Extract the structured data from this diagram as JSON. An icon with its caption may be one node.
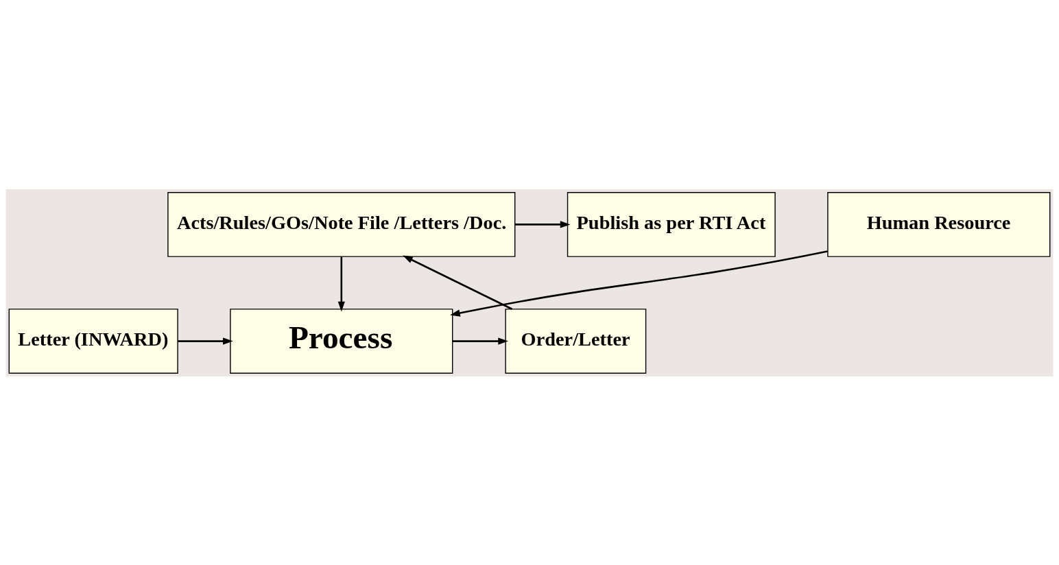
{
  "diagram": {
    "nodes": [
      {
        "text": [
          "Publish as per RTI Act"
        ]
      },
      {
        "text": [
          "Acts/Rules/GOs/Note File /Letters /Doc."
        ]
      },
      {
        "text": [
          "Letter (INWARD)"
        ]
      },
      {
        "text": [
          "Process"
        ]
      },
      {
        "text": [
          "Order/Letter"
        ]
      },
      {
        "text": [
          "Human Resource"
        ]
      }
    ],
    "edges": [
      {
        "from": 1,
        "to": 0,
        "arrow": "to"
      },
      {
        "from": 1,
        "to": 3,
        "arrow": "to"
      },
      {
        "from": 2,
        "to": 3,
        "arrow": "to"
      },
      {
        "from": 3,
        "to": 4,
        "arrow": "to"
      },
      {
        "from": 4,
        "to": 1,
        "arrow": "to"
      },
      {
        "from": 5,
        "to": 3,
        "arrow": "to"
      }
    ]
  }
}
